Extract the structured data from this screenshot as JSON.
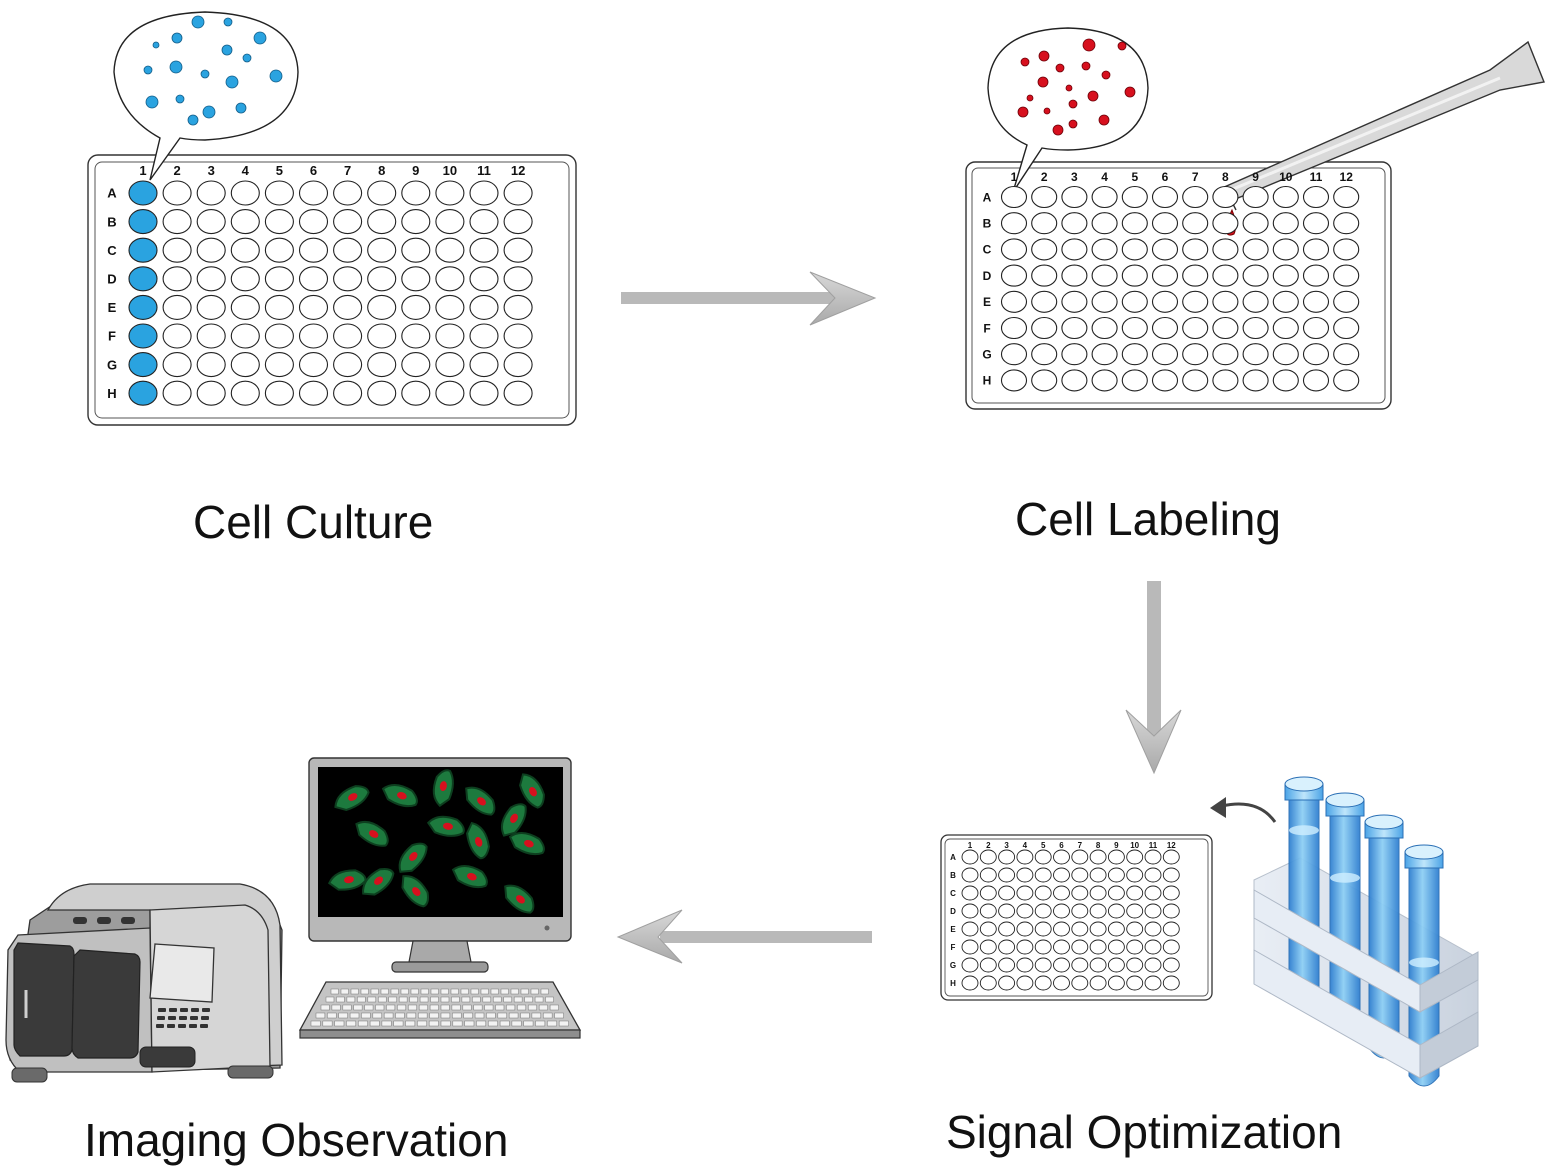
{
  "plate": {
    "columns": [
      "1",
      "2",
      "3",
      "4",
      "5",
      "6",
      "7",
      "8",
      "9",
      "10",
      "11",
      "12"
    ],
    "rows": [
      "A",
      "B",
      "C",
      "D",
      "E",
      "F",
      "G",
      "H"
    ]
  },
  "stages": [
    {
      "id": "cell-culture",
      "label": "Cell Culture"
    },
    {
      "id": "cell-labeling",
      "label": "Cell Labeling"
    },
    {
      "id": "signal-optimization",
      "label": "Signal Optimization"
    },
    {
      "id": "imaging-observation",
      "label": "Imaging Observation"
    }
  ],
  "colors": {
    "culture_well": "#2aa3e0",
    "label_dot": "#d7101e",
    "arrow": "#b9b9b9",
    "instrument": "#c9c9c9",
    "screen": "#000000",
    "cell_green": "#1d7a3e",
    "tube_blue": "#3f9fe0"
  },
  "icons": [
    "bubble-icon",
    "pipette-icon",
    "microscope-icon",
    "monitor-icon",
    "keyboard-icon",
    "test-tube-rack-icon",
    "curved-arrow-icon"
  ]
}
